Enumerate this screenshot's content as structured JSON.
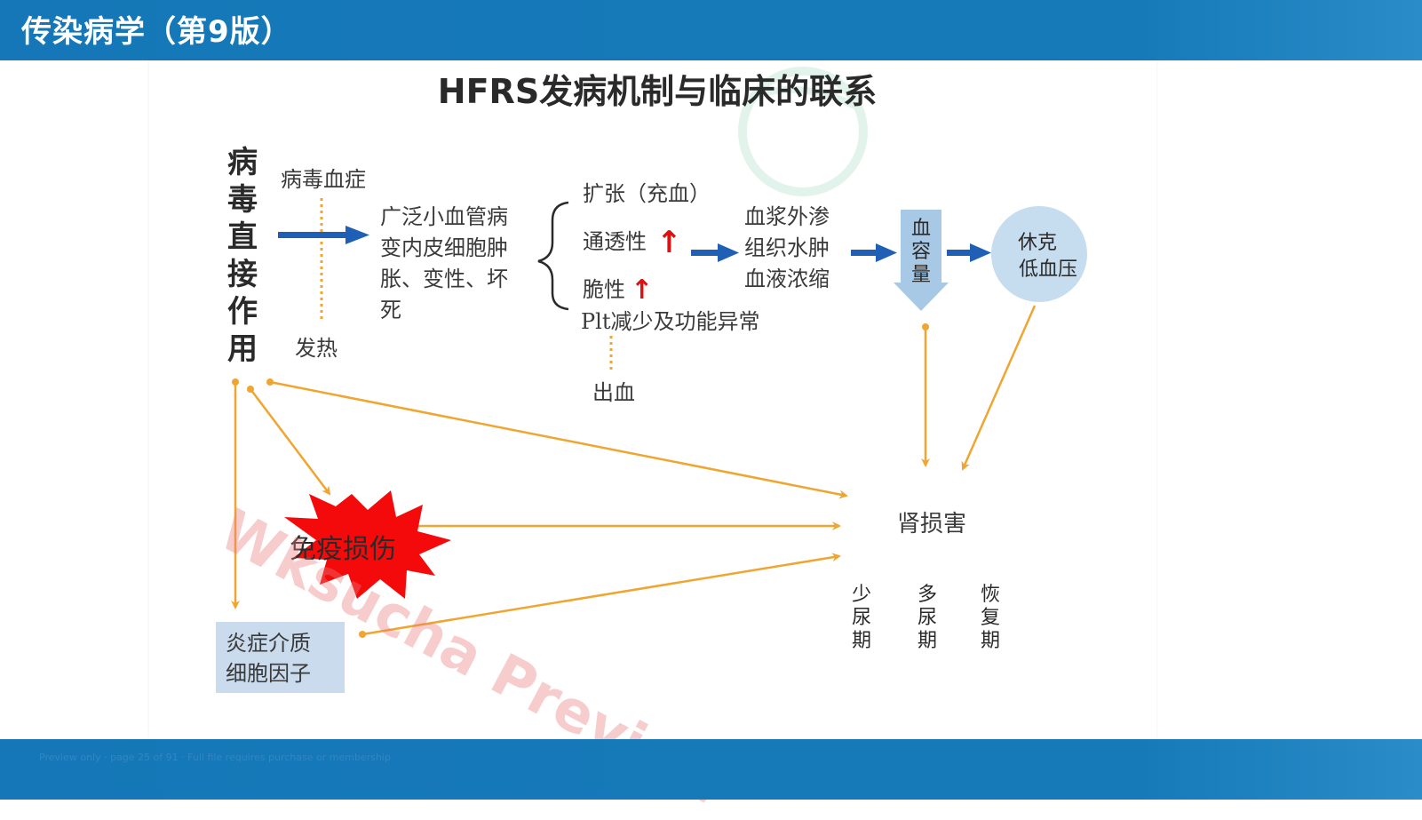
{
  "header": {
    "title": "传染病学（第9版）"
  },
  "footer": {
    "note": "Preview only · page 25 of 91 · Full file requires purchase or membership"
  },
  "watermark": "Wksucha Preview",
  "diagram": {
    "title": "HFRS发病机制与临床的联系",
    "left_label": [
      "病",
      "毒",
      "直",
      "接",
      "作",
      "用"
    ],
    "viremia": "病毒血症",
    "fever": "发热",
    "vessel_lines": [
      "广泛小血管病",
      "变内皮细胞肿",
      "胀、变性、坏",
      "死"
    ],
    "dilation": "扩张（充血）",
    "permeability": "通透性",
    "fragility": "脆性",
    "up_arrow": "↑",
    "platelet": "Plt减少及功能异常",
    "bleeding": "出血",
    "plasma_lines": [
      "血浆外渗",
      "组织水肿",
      "血液浓缩"
    ],
    "blood_volume": [
      "血",
      "容",
      "量"
    ],
    "shock_lines": [
      "休克",
      "低血压"
    ],
    "immune_injury": "免疫损伤",
    "cytokine_lines": [
      "炎症介质",
      "细胞因子"
    ],
    "kidney": "肾损害",
    "phases": [
      [
        "少",
        "尿",
        "期"
      ],
      [
        "多",
        "尿",
        "期"
      ],
      [
        "恢",
        "复",
        "期"
      ]
    ]
  },
  "colors": {
    "header_blue": "#1577b7",
    "arrow_blue": "#1f5fb6",
    "arrow_orange": "#f0a531",
    "shock_circle": "#c6dcef",
    "cytokine_box": "#c9dbed",
    "burst_red": "#f40a0a",
    "up_arrow_red": "#e01010"
  }
}
